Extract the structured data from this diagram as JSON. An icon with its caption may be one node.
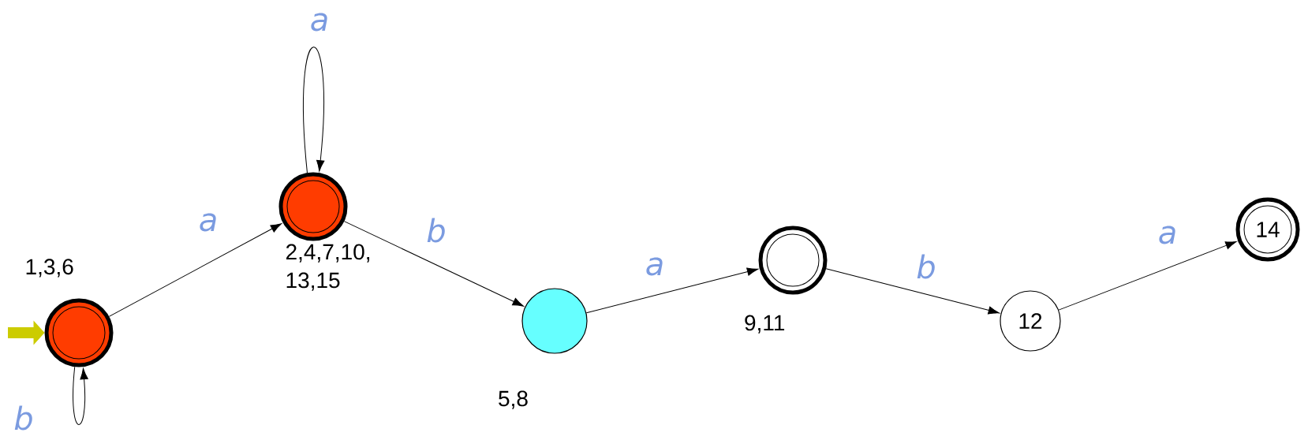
{
  "diagram": {
    "nodes": [
      {
        "text": [],
        "shape": "circle",
        "beside": [
          "1,3,6"
        ]
      },
      {
        "text": [],
        "shape": "circle",
        "beside": [
          "2,4,7,10, 13,15"
        ]
      },
      {
        "text": [],
        "shape": "circle",
        "beside": [
          "5,8"
        ]
      },
      {
        "text": [],
        "shape": "circle",
        "beside": [
          "9,11"
        ]
      },
      {
        "text": [
          "12"
        ]
      },
      {
        "text": [
          "14"
        ]
      }
    ],
    "edges": [
      {
        "from": null,
        "to": 0,
        "arrow": "to",
        "style": "thick",
        "color": "#cccc00"
      },
      {
        "from": 0,
        "to": 0,
        "arrow": "to",
        "label": "b"
      },
      {
        "from": 0,
        "to": 1,
        "arrow": "to",
        "label": "a"
      },
      {
        "from": 1,
        "to": 1,
        "arrow": "to",
        "label": "a"
      },
      {
        "from": 1,
        "to": 2,
        "arrow": "to",
        "label": "b"
      },
      {
        "from": 2,
        "to": 3,
        "arrow": "to",
        "label": "a"
      },
      {
        "from": 3,
        "to": 4,
        "arrow": "to",
        "label": "b"
      },
      {
        "from": 4,
        "to": 5,
        "arrow": "to",
        "label": "a"
      }
    ]
  }
}
